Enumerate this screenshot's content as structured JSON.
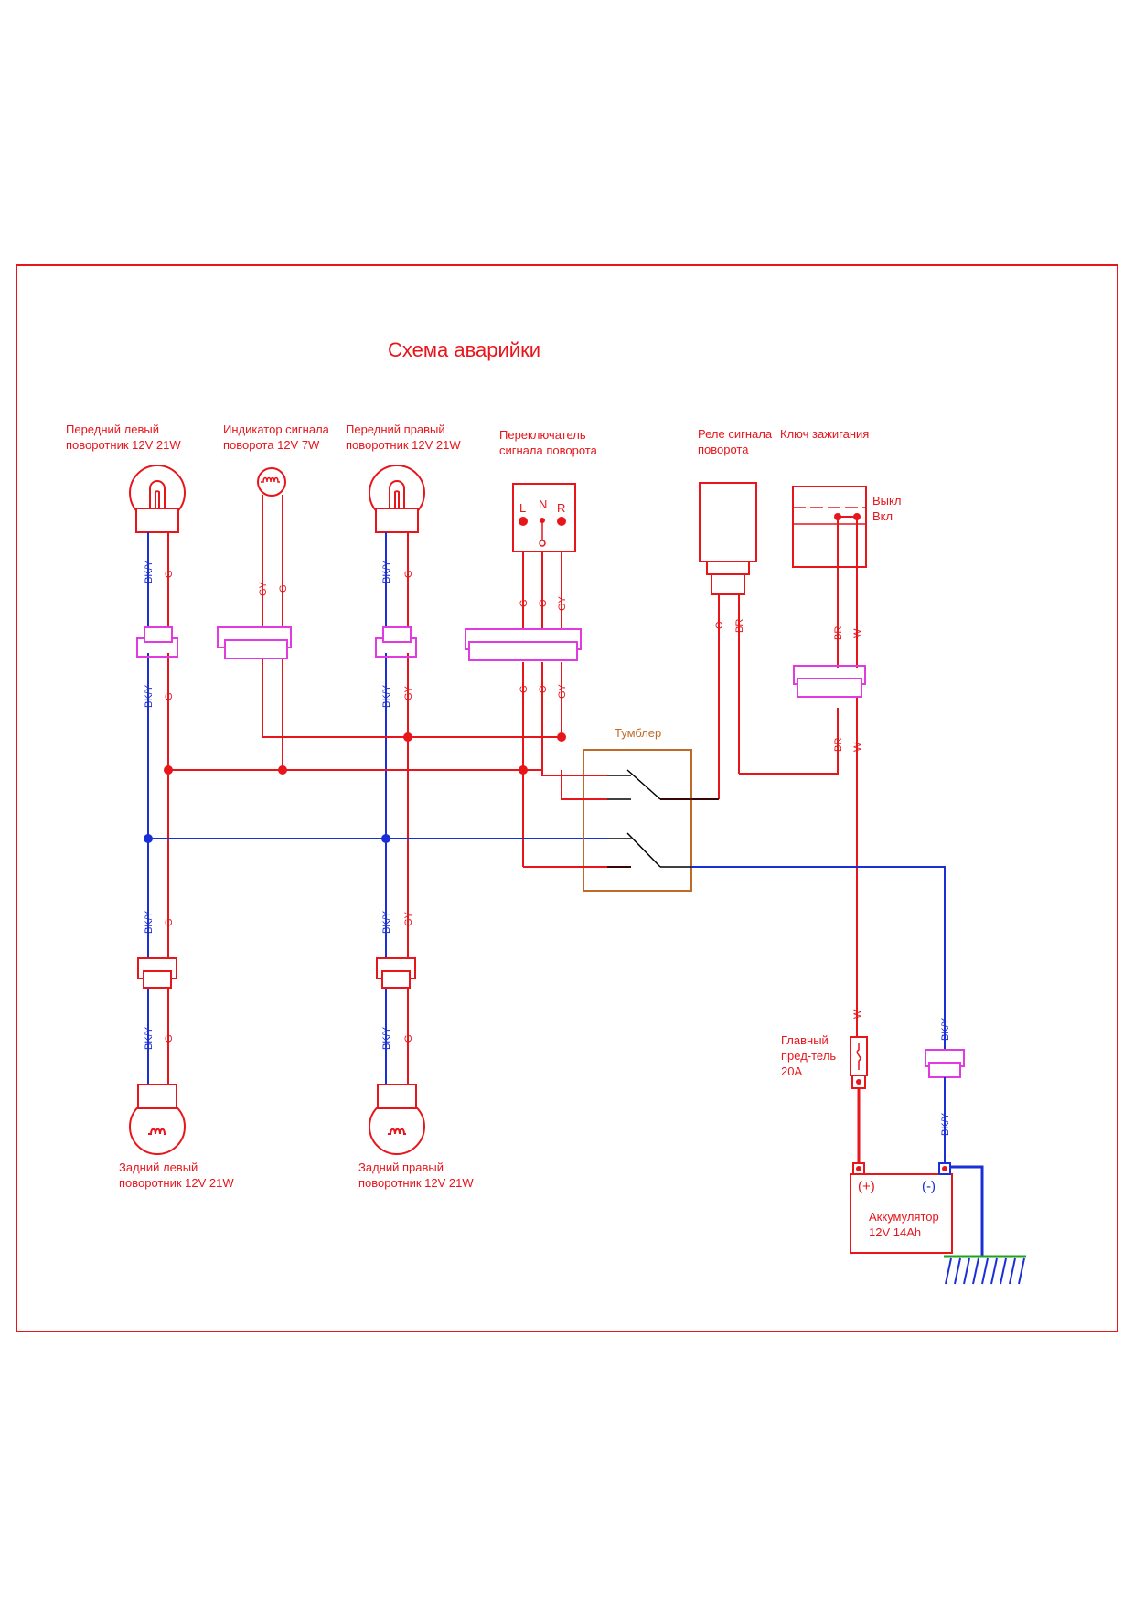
{
  "title": "Схема аварийки",
  "components": {
    "front_left_lamp": [
      "Передний левый",
      "поворотник 12V 21W"
    ],
    "indicator_lamp": [
      "Индикатор сигнала",
      "поворота 12V 7W"
    ],
    "front_right_lamp": [
      "Передний правый",
      "поворотник 12V 21W"
    ],
    "turn_switch": [
      "Переключатель",
      "сигнала поворота"
    ],
    "turn_switch_terminals": [
      "L",
      "N",
      "R"
    ],
    "turn_relay": [
      "Реле сигнала",
      "поворота"
    ],
    "ignition_key": "Ключ зажигания",
    "ignition_off": "Выкл",
    "ignition_on": "Вкл",
    "toggle_switch": "Тумблер",
    "main_fuse": [
      "Главный",
      "пред-тель",
      "20А"
    ],
    "rear_left_lamp": [
      "Задний левый",
      "поворотник 12V 21W"
    ],
    "rear_right_lamp": [
      "Задний правый",
      "поворотник 12V 21W"
    ],
    "battery": [
      "Аккумулятор",
      "12V 14Ah"
    ],
    "battery_plus": "(+)",
    "battery_minus": "(-)"
  },
  "wire_codes": {
    "bk_y": "BK/Y",
    "g": "G",
    "gy": "GY",
    "o": "O",
    "br": "BR",
    "w": "W"
  },
  "colors": {
    "red": "#e8151b",
    "blue": "#1b2fd6",
    "magenta": "#e03ae0",
    "brown": "#c06a2a",
    "ground_green": "#1fa31f"
  }
}
